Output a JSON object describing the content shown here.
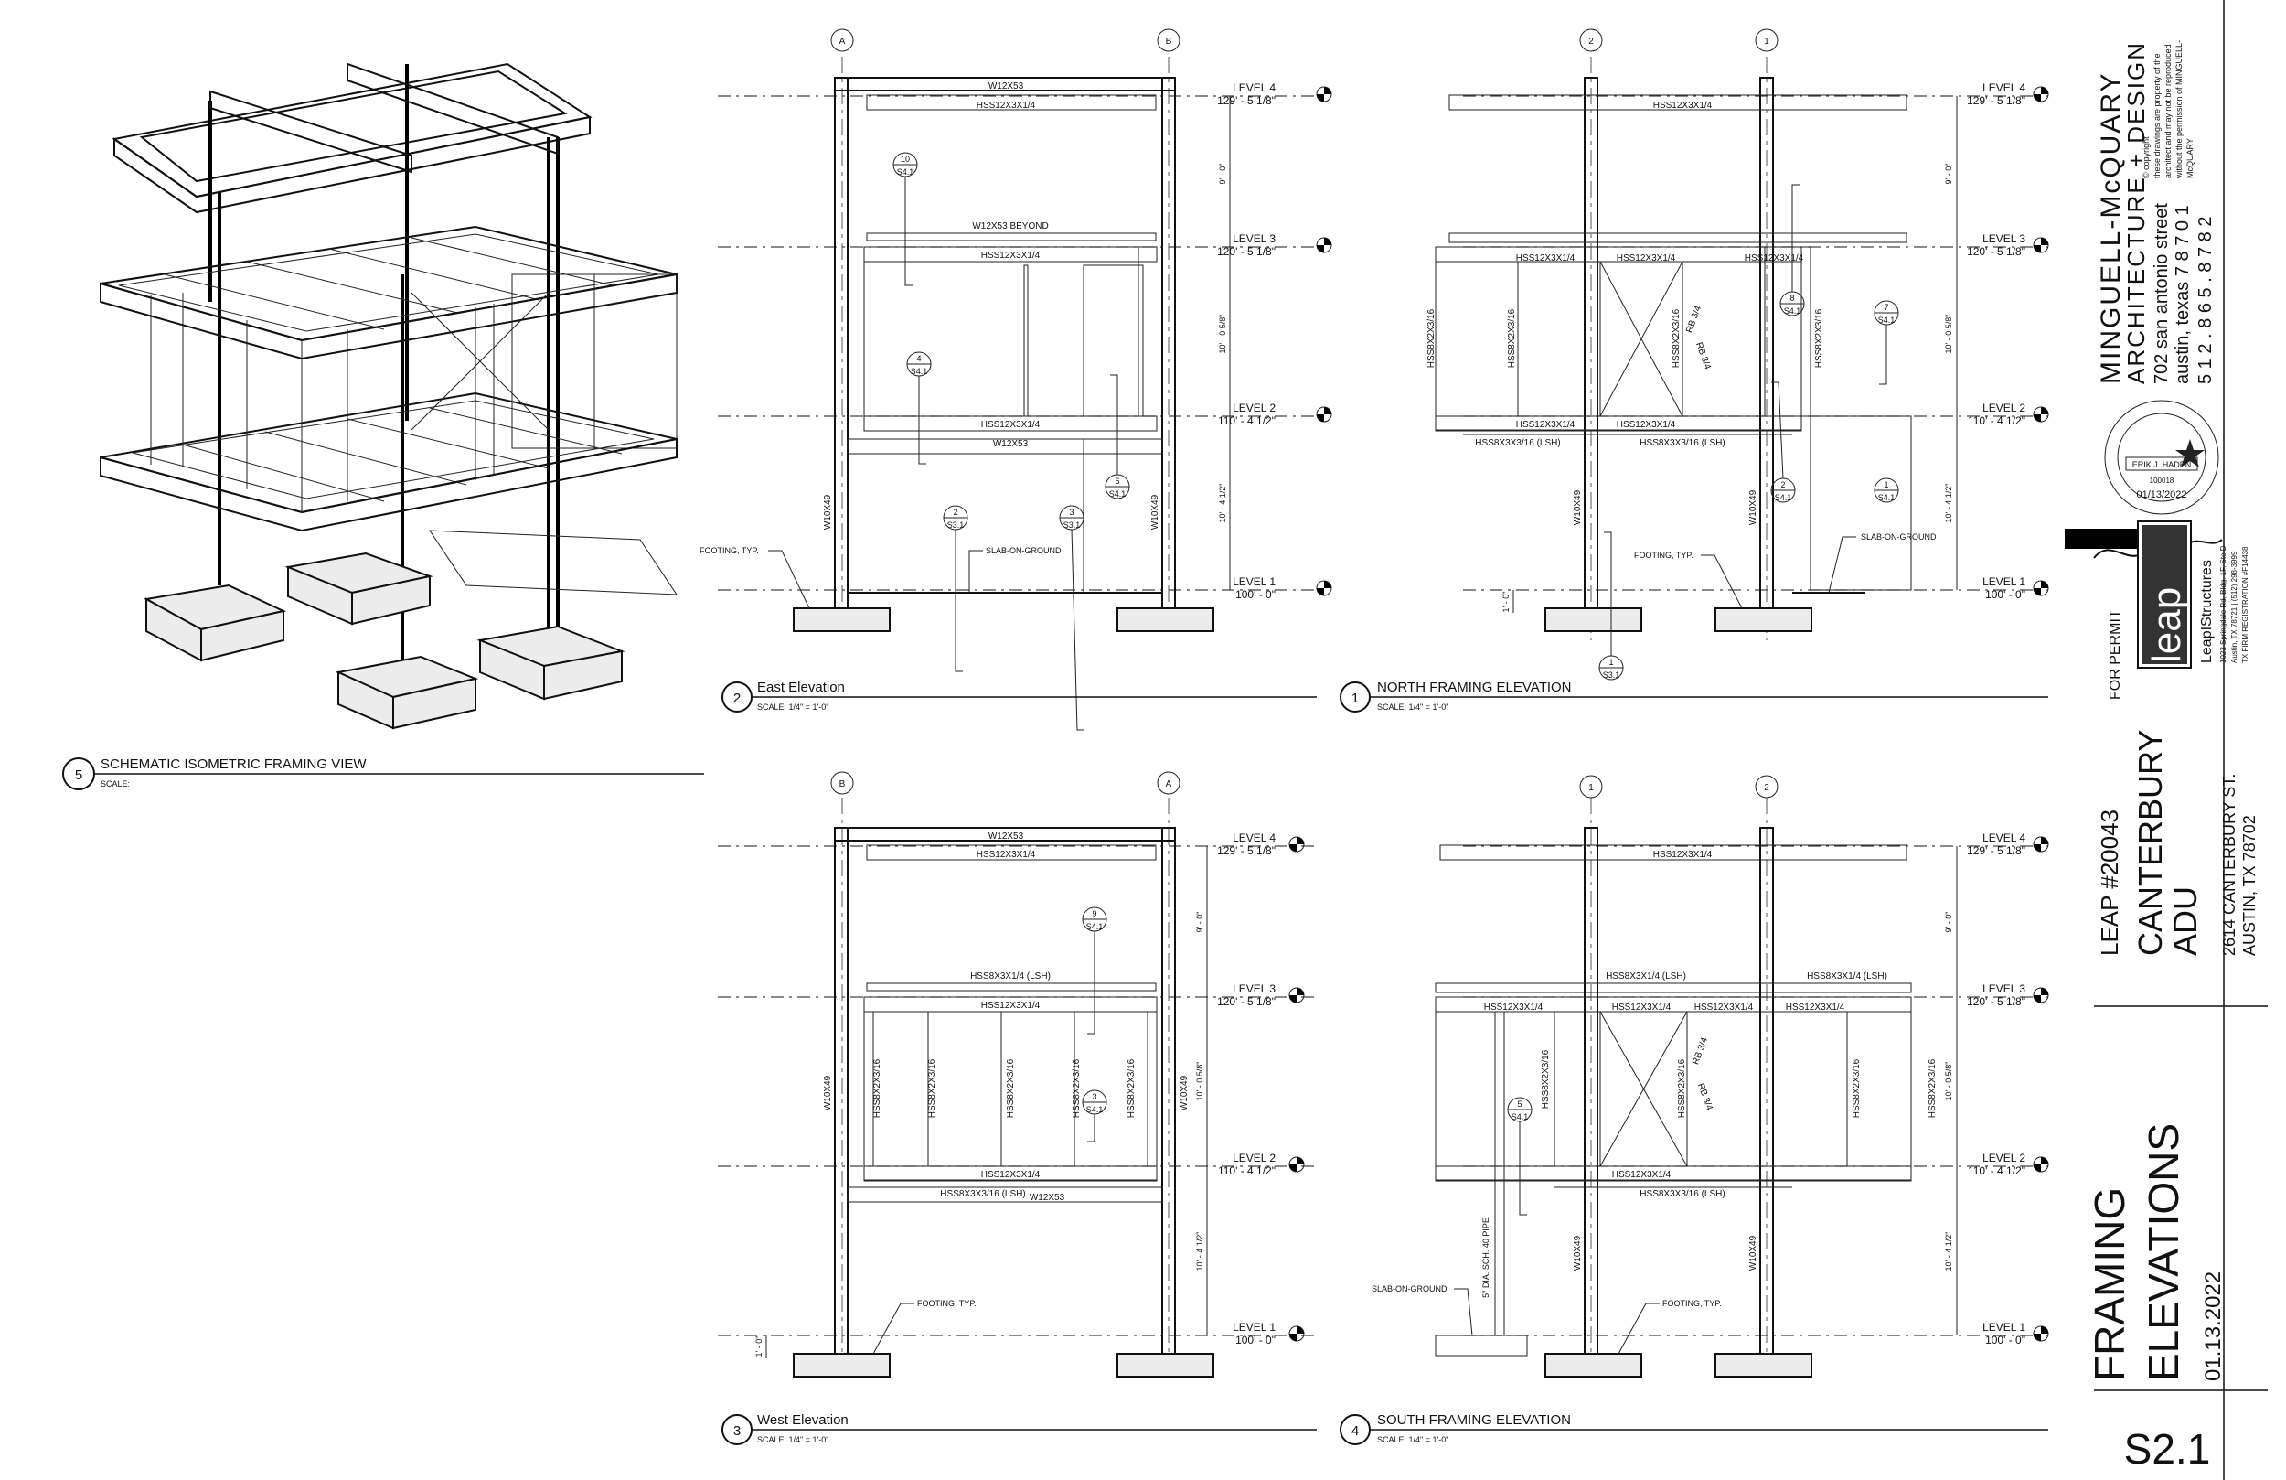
{
  "sheet": {
    "number": "S2.1",
    "title_line1": "FRAMING",
    "title_line2": "ELEVATIONS",
    "date": "01.13.2022"
  },
  "project": {
    "job": "LEAP #20043",
    "name_line1": "CANTERBURY",
    "name_line2": "ADU",
    "address_line1": "2614 CANTERBURY ST.",
    "address_line2": "AUSTIN, TX 78702"
  },
  "architect": {
    "name": "MINGUELL-McQUARY",
    "tagline": "ARCHITECTURE + DESIGN",
    "street": "702 san antonio street",
    "city": "austin, texas 7 8 7 0 1",
    "phone": "5 1 2 .  8 6 5 .  8 7 8 2",
    "copyright_1": "© copyright",
    "copyright_2": "these drawings are property of the",
    "copyright_3": "architect and may not be reproduced",
    "copyright_4": "without the permission of MINGUELL-",
    "copyright_5": "McQUARY"
  },
  "engineer": {
    "firm": "LeapIStructures",
    "logo_text": "leap",
    "addr_1": "1023 Springdale Rd, Bldg. 1F, Ste D",
    "addr_2": "Austin, TX 78721 | (512) 298-3999",
    "addr_3": "TX FIRM REGISTRATION #F14438",
    "seal_name": "ERIK J. HADEN",
    "seal_no": "100018",
    "seal_date": "01/13/2022",
    "status": "FOR PERMIT"
  },
  "views": {
    "iso": {
      "num": "5",
      "title": "SCHEMATIC ISOMETRIC FRAMING VIEW",
      "scale": "SCALE:"
    },
    "east": {
      "num": "2",
      "title": "East Elevation",
      "scale": "SCALE: 1/4\" = 1'-0\""
    },
    "north": {
      "num": "1",
      "title": "NORTH FRAMING ELEVATION",
      "scale": "SCALE: 1/4\" = 1'-0\""
    },
    "west": {
      "num": "3",
      "title": "West Elevation",
      "scale": "SCALE: 1/4\" = 1'-0\""
    },
    "south": {
      "num": "4",
      "title": "SOUTH FRAMING ELEVATION",
      "scale": "SCALE: 1/4\" = 1'-0\""
    }
  },
  "levels": {
    "l4_name": "LEVEL 4",
    "l4_elev": "129' - 5 1/8\"",
    "l3_name": "LEVEL 3",
    "l3_elev": "120' - 5 1/8\"",
    "l2_name": "LEVEL 2",
    "l2_elev": "110' - 4 1/2\"",
    "l1_name": "LEVEL 1",
    "l1_elev": "100' - 0\""
  },
  "dims": {
    "upper": "9' - 0\"",
    "middle": "10' - 0 5/8\"",
    "lower": "10' - 4 1/2\"",
    "footing": "1' - 0\""
  },
  "grids": {
    "a": "A",
    "b": "B",
    "one": "1",
    "two": "2"
  },
  "members": {
    "w12x53": "W12X53",
    "w12x53_beyond": "W12X53 BEYOND",
    "hss12": "HSS12X3X1/4",
    "hss8x2": "HSS8X2X3/16",
    "hss8x3_lsh": "HSS8X3X3/16 (LSH)",
    "hss8x3x14_lsh": "HSS8X3X1/4 (LSH)",
    "w10x49": "W10X49",
    "rb34": "RB 3/4",
    "pipe": "5\" DIA. SCH. 40 PIPE"
  },
  "notes": {
    "footing": "FOOTING, TYP.",
    "slab": "SLAB-ON-GROUND"
  },
  "callouts": {
    "c10": "10",
    "c4": "4",
    "c2": "2",
    "c3": "3",
    "c6": "6",
    "c8": "8",
    "c7": "7",
    "c1": "1",
    "c9": "9",
    "c5": "5",
    "s41": "S4.1",
    "s31": "S3.1"
  }
}
